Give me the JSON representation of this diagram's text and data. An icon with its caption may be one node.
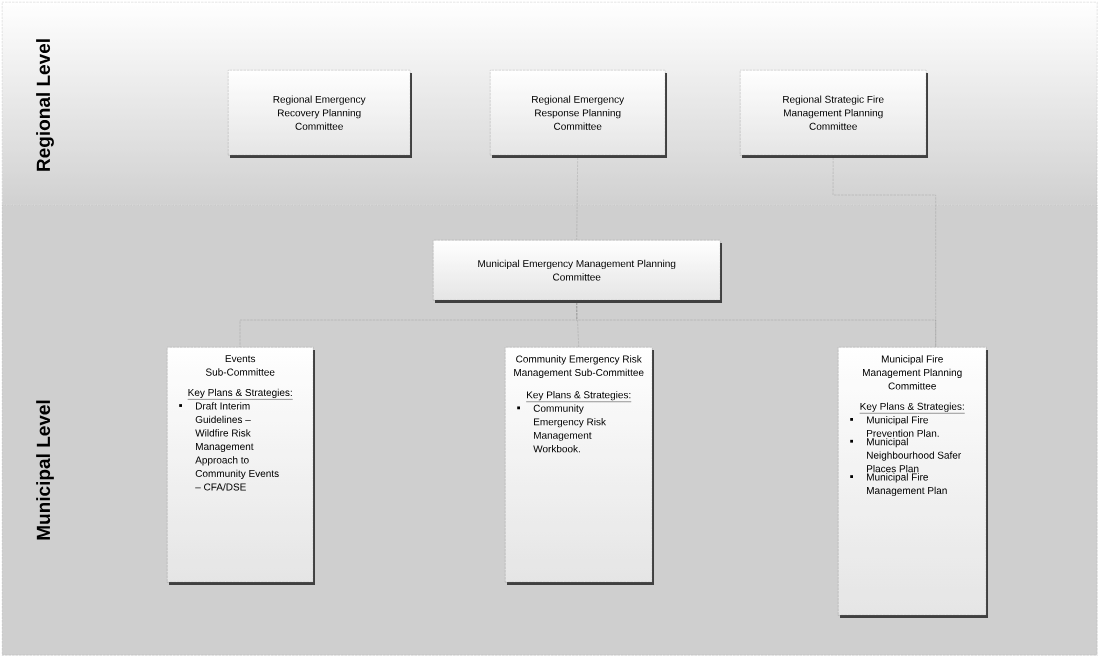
{
  "diagram": {
    "nodes": [
      {
        "text": [
          "Regional Level"
        ]
      },
      {
        "text": [
          "Regional Emergency Recovery Planning Committee"
        ],
        "in": 0
      },
      {
        "text": [
          "Regional Emergency Response Planning Committee"
        ],
        "in": 0
      },
      {
        "text": [
          "Regional Strategic Fire Management Planning Committee"
        ],
        "in": 0
      },
      {
        "text": [
          "Municipal Level"
        ]
      },
      {
        "text": [
          "Municipal Emergency Management Planning Committee"
        ],
        "in": 4
      },
      {
        "text": [
          "Events Sub-Committee",
          "Key Plans & Strategies:",
          "Draft Interim Guidelines – Wildfire Risk Management Approach to Community Events – CFA/DSE"
        ],
        "in": 4
      },
      {
        "text": [
          "Community Emergency Risk Management Sub-Committee",
          "Key Plans & Strategies:",
          "Community Emergency Risk Management Workbook."
        ],
        "in": 4
      },
      {
        "text": [
          "Municipal Fire Management Planning Committee",
          "Key Plans & Strategies:",
          "Municipal Fire Prevention Plan.",
          "Municipal Neighbourhood Safer Places Plan",
          "Municipal Fire Management Plan"
        ],
        "in": 4
      }
    ],
    "edges": [
      {
        "from": 2,
        "to": 5,
        "arrow": "none"
      },
      {
        "from": 3,
        "to": 8,
        "arrow": "none"
      },
      {
        "from": 5,
        "to": 6,
        "arrow": "none"
      },
      {
        "from": 5,
        "to": 7,
        "arrow": "none"
      },
      {
        "from": 5,
        "to": 8,
        "arrow": "none"
      }
    ]
  }
}
